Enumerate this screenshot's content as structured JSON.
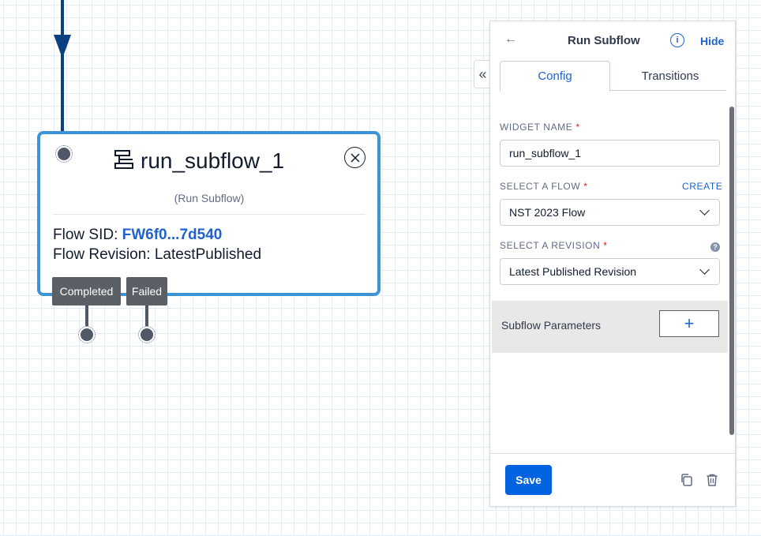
{
  "widget": {
    "name": "run_subflow_1",
    "type_label": "(Run Subflow)",
    "flow_sid_label": "Flow SID: ",
    "flow_sid_value": "FW6f0...7d540",
    "flow_revision_label": "Flow Revision: ",
    "flow_revision_value": "LatestPublished",
    "transitions": [
      "Completed",
      "Failed"
    ],
    "icons": {
      "type": "subflow-icon",
      "close": "close-circle-icon"
    }
  },
  "panel": {
    "title": "Run Subflow",
    "hide_label": "Hide",
    "info_label": "i",
    "back_glyph": "←",
    "collapse_glyph": "«",
    "tabs": [
      "Config",
      "Transitions"
    ],
    "active_tab": "Config",
    "widget_name_label": "WIDGET NAME",
    "widget_name_value": "run_subflow_1",
    "select_flow_label": "SELECT A FLOW",
    "create_label": "CREATE",
    "select_flow_value": "NST 2023 Flow",
    "select_revision_label": "SELECT A REVISION",
    "select_revision_value": "Latest Published Revision",
    "required_mark": "*",
    "help_glyph": "?",
    "subflow_parameters_label": "Subflow Parameters",
    "add_glyph": "+",
    "save_label": "Save"
  },
  "colors": {
    "accent_blue": "#1f62cc",
    "save_button": "#0263e0",
    "widget_border": "#3c93d6",
    "flow_line": "#0a3f82",
    "transition_tag": "#5b5f66"
  }
}
